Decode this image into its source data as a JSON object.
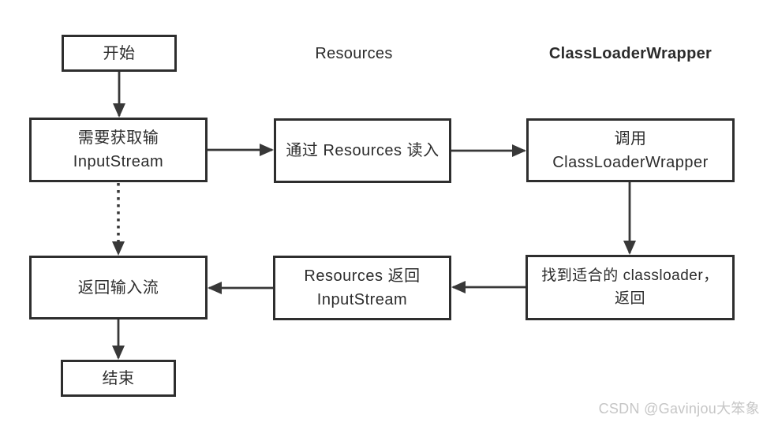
{
  "diagram": {
    "title_context": "flowchart",
    "column_headers": {
      "resources": "Resources",
      "classloaderwrapper": "ClassLoaderWrapper"
    },
    "nodes": {
      "start": "开始",
      "need_input": "需要获取输\nInputStream",
      "resources_read": "通过 Resources 读入",
      "call_wrapper": "调用\nClassLoaderWrapper",
      "return_stream": "返回输入流",
      "resources_return": "Resources 返回\nInputStream",
      "find_classloader": "找到适合的 classloader，\n返回",
      "end": "结束"
    },
    "edges": [
      {
        "from": "start",
        "to": "need_input",
        "style": "solid"
      },
      {
        "from": "need_input",
        "to": "resources_read",
        "style": "solid"
      },
      {
        "from": "resources_read",
        "to": "call_wrapper",
        "style": "solid"
      },
      {
        "from": "call_wrapper",
        "to": "find_classloader",
        "style": "solid"
      },
      {
        "from": "find_classloader",
        "to": "resources_return",
        "style": "solid"
      },
      {
        "from": "resources_return",
        "to": "return_stream",
        "style": "solid"
      },
      {
        "from": "need_input",
        "to": "return_stream",
        "style": "dotted"
      },
      {
        "from": "return_stream",
        "to": "end",
        "style": "solid"
      }
    ],
    "colors": {
      "background": "#ffffff",
      "box_border": "#2e2e2e",
      "box_text": "#2d2d2d",
      "arrow": "#383838",
      "watermark_text": "#c6c6c6"
    },
    "watermark": "CSDN @Gavinjou大笨象"
  }
}
